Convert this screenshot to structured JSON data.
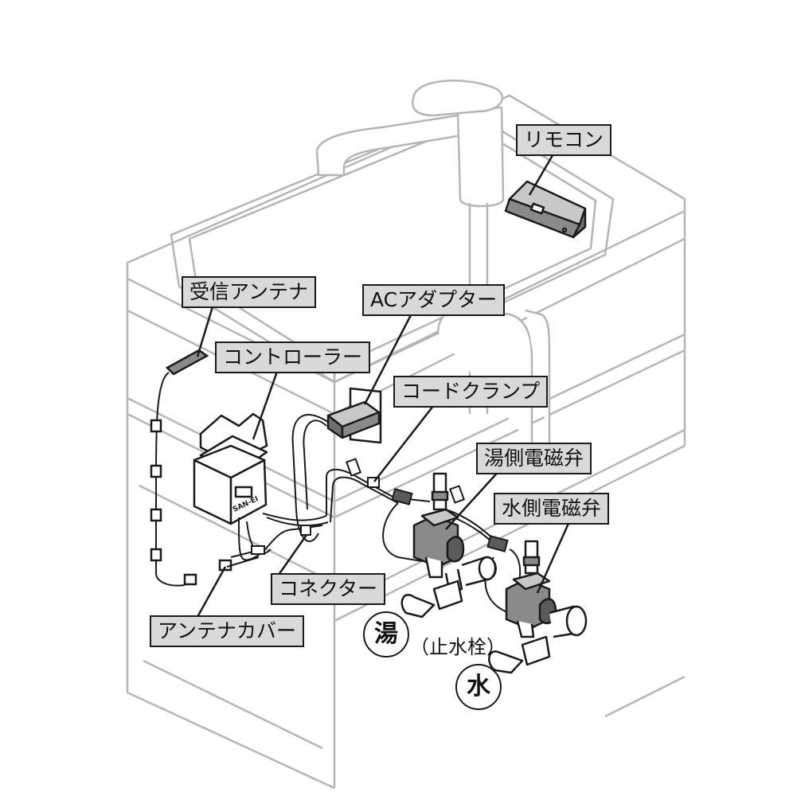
{
  "labels": {
    "remote": "リモコン",
    "antenna": "受信アンテナ",
    "ac_adapter": "ACアダプター",
    "controller": "コントローラー",
    "cord_clamp": "コードクランプ",
    "hot_valve": "湯側電磁弁",
    "cold_valve": "水側電磁弁",
    "connector": "コネクター",
    "antenna_cover": "アンテナカバー",
    "stop_valve": "（止水栓）",
    "hot_mark": "湯",
    "cold_mark": "水",
    "brand": "SAN-EI"
  },
  "colors": {
    "line": "#1a1a1a",
    "faint_line": "#b5b5b5",
    "label_fill": "#d9d9d9",
    "device_fill": "#8a8a8a"
  }
}
